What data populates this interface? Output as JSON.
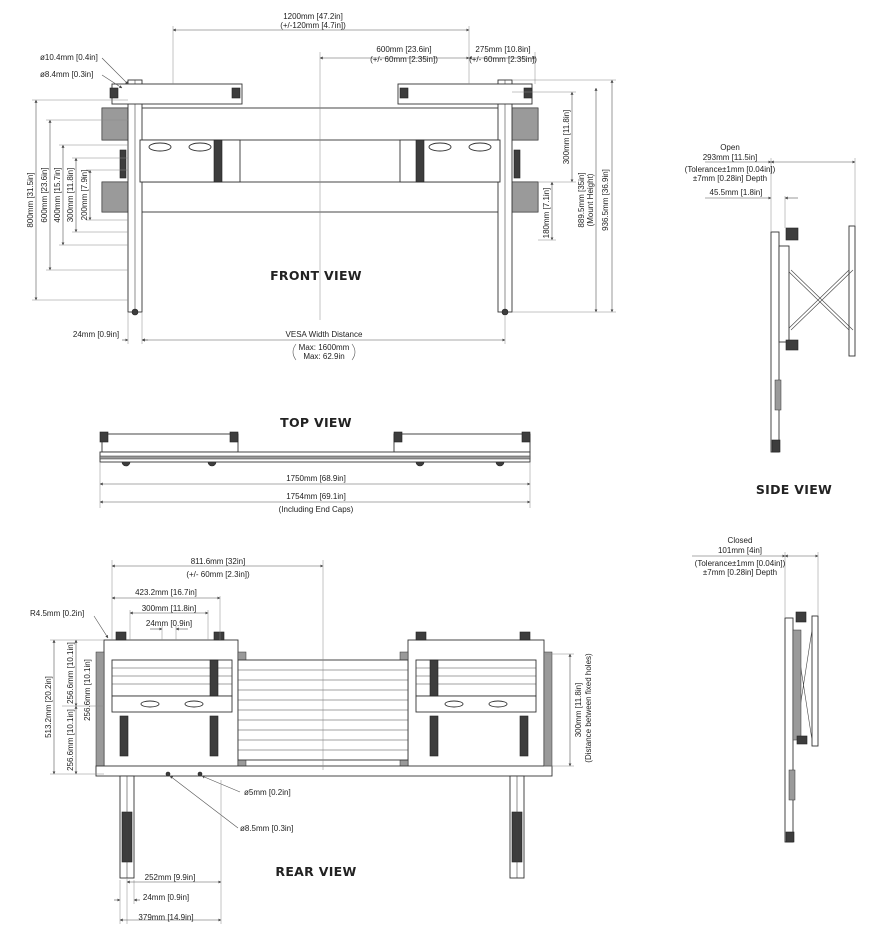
{
  "views": {
    "front": "FRONT VIEW",
    "top": "TOP VIEW",
    "side": "SIDE VIEW",
    "rear": "REAR VIEW"
  },
  "front": {
    "width_1200": "1200mm [47.2in]",
    "width_1200_tol": "(+/-120mm [4.7in])",
    "width_600": "600mm [23.6in]",
    "width_600_tol": "(+/- 60mm [2.35in])",
    "width_275": "275mm [10.8in]",
    "width_275_tol": "(+/- 60mm [2.35in])",
    "dia_10_4": "ø10.4mm [0.4in]",
    "dia_8_4": "ø8.4mm [0.3in]",
    "h_800": "800mm [31.5in]",
    "h_600": "600mm [23.6in]",
    "h_400": "400mm [15.7in]",
    "h_300": "300mm [11.8in]",
    "h_200": "200mm [7.9in]",
    "h_300_right": "300mm [11.8in]",
    "h_180": "180mm [7.1in]",
    "h_889": "889.5mm [35in]",
    "h_mount": "(Mount Height)",
    "h_936": "936.5mm [36.9in]",
    "w_24": "24mm [0.9in]",
    "vesa_width": "VESA Width Distance",
    "vesa_max1": "Max: 1600mm",
    "vesa_max2": "Max: 62.9in"
  },
  "top": {
    "w_1750": "1750mm [68.9in]",
    "w_1754": "1754mm [69.1in]",
    "endcaps": "(Including End Caps)"
  },
  "side_open": {
    "label": "Open",
    "depth": "293mm [11.5in]",
    "tol1": "(Tolerance±1mm [0.04in])",
    "tol2": "±7mm [0.28in] Depth",
    "w_45": "45.5mm [1.8in]"
  },
  "side_closed": {
    "label": "Closed",
    "depth": "101mm [4in]",
    "tol1": "(Tolerance±1mm [0.04in])",
    "tol2": "±7mm [0.28in] Depth"
  },
  "rear": {
    "w_811": "811.6mm [32in]",
    "w_811_tol": "(+/- 60mm [2.3in])",
    "w_423": "423.2mm [16.7in]",
    "w_300": "300mm [11.8in]",
    "w_24_top": "24mm [0.9in]",
    "r_4_5": "R4.5mm [0.2in]",
    "h_513": "513.2mm [20.2in]",
    "h_256_a": "256.6mm [10.1in]",
    "h_256_b": "256.6mm [10.1in]",
    "h_256_c": "256.6mm [10.1in]",
    "h_300": "300mm [11.8in]",
    "fixed_holes": "(Distance between fixed holes)",
    "dia_5": "ø5mm [0.2in]",
    "dia_8_5": "ø8.5mm [0.3in]",
    "w_252": "252mm [9.9in]",
    "w_24_bottom": "24mm [0.9in]",
    "w_379": "379mm [14.9in]"
  }
}
